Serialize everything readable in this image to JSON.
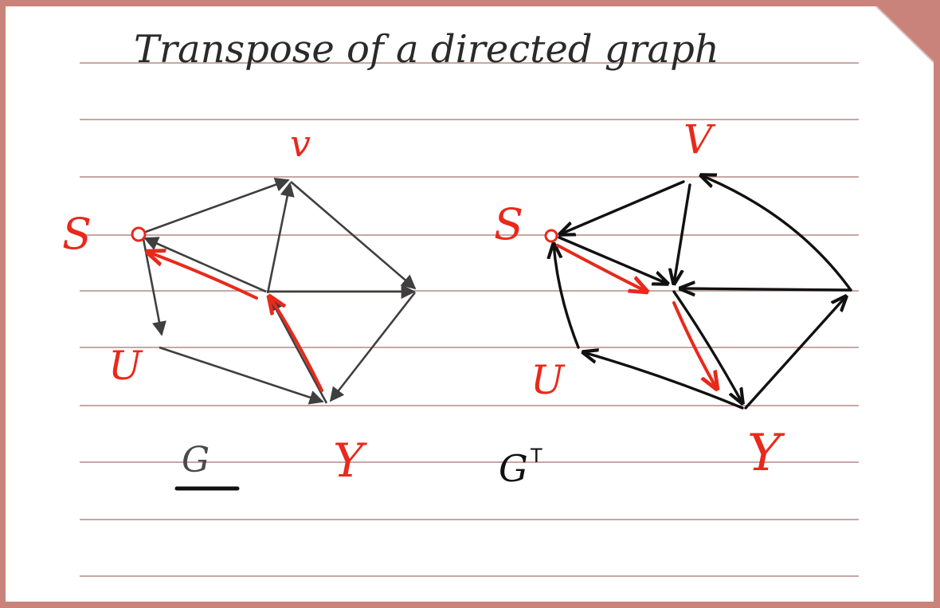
{
  "title": "Transpose of a directed graph",
  "graph_g": {
    "caption": "G",
    "nodes": [
      {
        "id": "s",
        "label": "S"
      },
      {
        "id": "v",
        "label": "v"
      },
      {
        "id": "u",
        "label": "U"
      },
      {
        "id": "y",
        "label": "Y"
      }
    ]
  },
  "graph_gt": {
    "caption_base": "G",
    "caption_sup": "T",
    "nodes": [
      {
        "id": "s",
        "label": "S"
      },
      {
        "id": "v",
        "label": "V"
      },
      {
        "id": "u",
        "label": "U"
      },
      {
        "id": "y",
        "label": "Y"
      }
    ]
  },
  "colors": {
    "background": "#c9837a",
    "paper": "#ffffff",
    "rule_line": "#b48a86",
    "ink_gray": "#3f3f3f",
    "ink_black": "#111111",
    "ink_red": "#e8291b"
  }
}
